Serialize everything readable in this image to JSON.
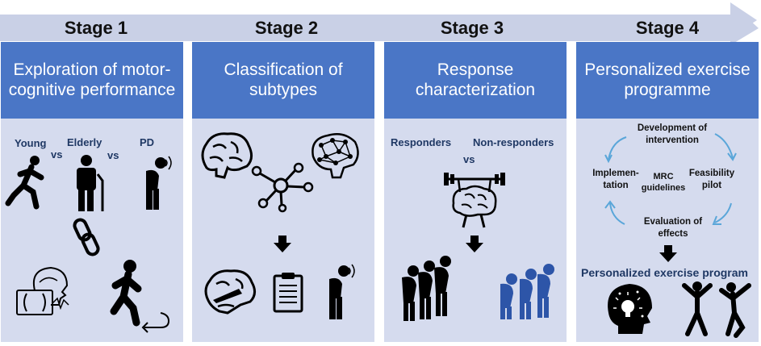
{
  "stages": [
    {
      "stage": "Stage 1",
      "title": "Exploration of motor-cognitive performance"
    },
    {
      "stage": "Stage 2",
      "title": "Classification of subtypes"
    },
    {
      "stage": "Stage 3",
      "title": "Response characterization"
    },
    {
      "stage": "Stage 4",
      "title": "Personalized exercise programme"
    }
  ],
  "stage1": {
    "young": "Young",
    "vs1": "vs",
    "elderly": "Elderly",
    "vs2": "vs",
    "pd": "PD"
  },
  "stage3": {
    "responders": "Responders",
    "vs": "vs",
    "non_responders": "Non-responders"
  },
  "stage4": {
    "cycle": {
      "development": "Development of intervention",
      "feasibility": "Feasibility pilot",
      "evaluation": "Evaluation of effects",
      "implementation": "Implemen- tation",
      "center": "MRC guidelines"
    },
    "program_label": "Personalized exercise program"
  },
  "colors": {
    "arrow": "#c9d0e6",
    "column_bg": "#d5dbee",
    "header_bg": "#4a76c6",
    "header_text": "#ffffff",
    "label_dark_blue": "#1f3864",
    "figure_blue": "#2d55a8",
    "cycle_arrow": "#5aa6d9"
  }
}
